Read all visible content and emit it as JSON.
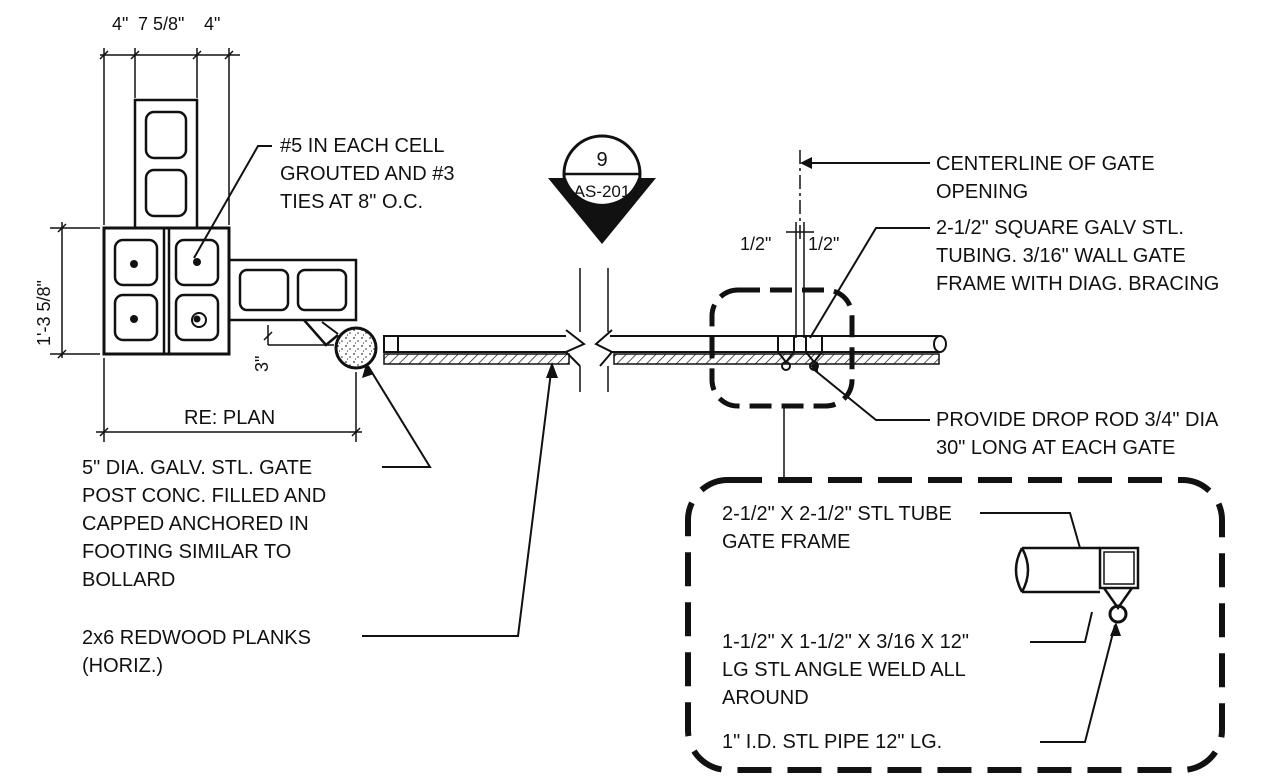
{
  "dimensions": {
    "top": [
      "4\"",
      "7 5/8\"",
      "4\""
    ],
    "side": "1'-3 5/8\"",
    "gap": "3\"",
    "half_left": "1/2\"",
    "half_right": "1/2\"",
    "plan": "RE: PLAN"
  },
  "section_tag": {
    "number": "9",
    "sheet": "AS-201"
  },
  "notes": {
    "rebar": [
      "#5 IN EACH CELL",
      "GROUTED AND #3",
      "TIES AT 8\" O.C."
    ],
    "centerline": [
      "CENTERLINE OF GATE",
      "OPENING"
    ],
    "tubing": [
      "2-1/2\" SQUARE GALV STL.",
      "TUBING. 3/16\" WALL GATE",
      "FRAME WITH DIAG. BRACING"
    ],
    "drop_rod": [
      "PROVIDE DROP ROD 3/4\" DIA",
      "30\" LONG AT EACH GATE"
    ],
    "gate_post": [
      "5\" DIA. GALV. STL. GATE",
      "POST CONC. FILLED AND",
      "CAPPED ANCHORED IN",
      "FOOTING SIMILAR TO",
      "BOLLARD"
    ],
    "planks": [
      "2x6 REDWOOD PLANKS",
      "(HORIZ.)"
    ]
  },
  "detail": {
    "tube": [
      "2-1/2\" X 2-1/2\" STL TUBE",
      "GATE FRAME"
    ],
    "angle": [
      "1-1/2\" X 1-1/2\" X 3/16 X 12\"",
      "LG STL ANGLE WELD ALL",
      "AROUND"
    ],
    "pipe": [
      "1\" I.D. STL PIPE 12\" LG."
    ]
  }
}
